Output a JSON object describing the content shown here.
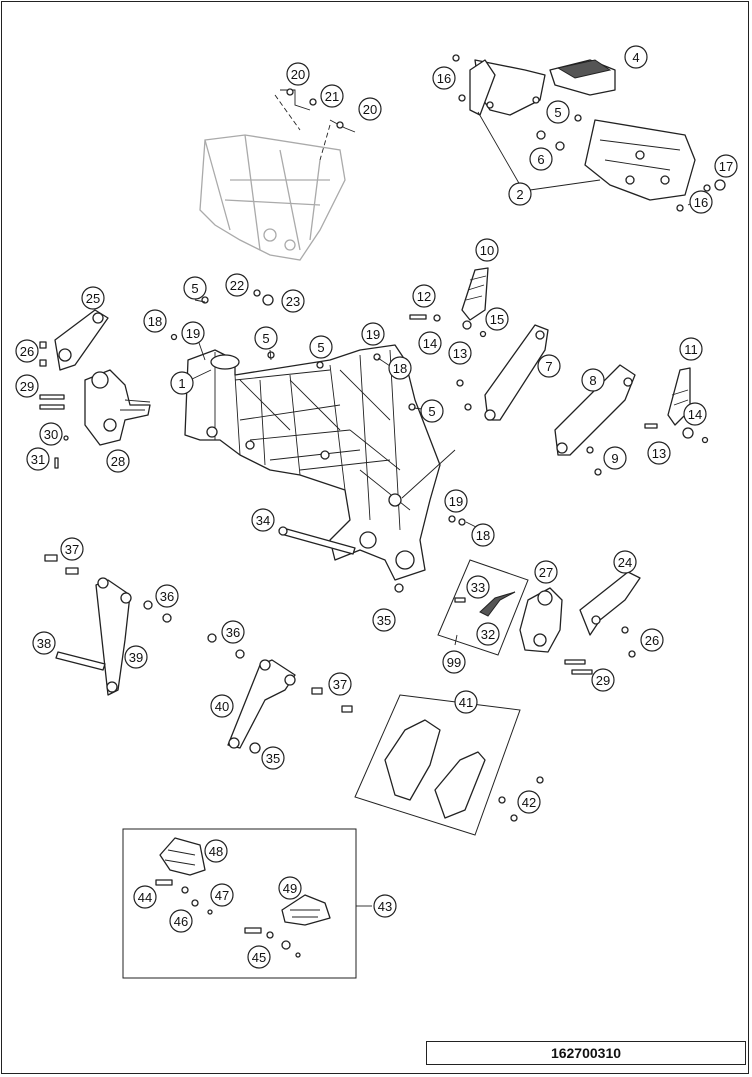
{
  "drawing_number": "162700310",
  "callouts": [
    {
      "id": "c20a",
      "label": "20"
    },
    {
      "id": "c21",
      "label": "21"
    },
    {
      "id": "c20b",
      "label": "20"
    },
    {
      "id": "c4",
      "label": "4"
    },
    {
      "id": "c16a",
      "label": "16"
    },
    {
      "id": "c5a",
      "label": "5"
    },
    {
      "id": "c6",
      "label": "6"
    },
    {
      "id": "c17",
      "label": "17"
    },
    {
      "id": "c16b",
      "label": "16"
    },
    {
      "id": "c2",
      "label": "2"
    },
    {
      "id": "c10",
      "label": "10"
    },
    {
      "id": "c25",
      "label": "25"
    },
    {
      "id": "c5b",
      "label": "5"
    },
    {
      "id": "c22",
      "label": "22"
    },
    {
      "id": "c23",
      "label": "23"
    },
    {
      "id": "c12",
      "label": "12"
    },
    {
      "id": "c15",
      "label": "15"
    },
    {
      "id": "c18a",
      "label": "18"
    },
    {
      "id": "c19a",
      "label": "19"
    },
    {
      "id": "c5c",
      "label": "5"
    },
    {
      "id": "c5d",
      "label": "5"
    },
    {
      "id": "c19b",
      "label": "19"
    },
    {
      "id": "c14a",
      "label": "14"
    },
    {
      "id": "c13a",
      "label": "13"
    },
    {
      "id": "c26a",
      "label": "26"
    },
    {
      "id": "c18b",
      "label": "18"
    },
    {
      "id": "c7",
      "label": "7"
    },
    {
      "id": "c11",
      "label": "11"
    },
    {
      "id": "c1",
      "label": "1"
    },
    {
      "id": "c8",
      "label": "8"
    },
    {
      "id": "c29a",
      "label": "29"
    },
    {
      "id": "c5e",
      "label": "5"
    },
    {
      "id": "c14b",
      "label": "14"
    },
    {
      "id": "c30",
      "label": "30"
    },
    {
      "id": "c31",
      "label": "31"
    },
    {
      "id": "c28",
      "label": "28"
    },
    {
      "id": "c9",
      "label": "9"
    },
    {
      "id": "c13b",
      "label": "13"
    },
    {
      "id": "c19c",
      "label": "19"
    },
    {
      "id": "c34",
      "label": "34"
    },
    {
      "id": "c18c",
      "label": "18"
    },
    {
      "id": "c37a",
      "label": "37"
    },
    {
      "id": "c24",
      "label": "24"
    },
    {
      "id": "c27",
      "label": "27"
    },
    {
      "id": "c33",
      "label": "33"
    },
    {
      "id": "c35a",
      "label": "35"
    },
    {
      "id": "c36a",
      "label": "36"
    },
    {
      "id": "c32",
      "label": "32"
    },
    {
      "id": "c26b",
      "label": "26"
    },
    {
      "id": "c38",
      "label": "38"
    },
    {
      "id": "c36b",
      "label": "36"
    },
    {
      "id": "c39",
      "label": "39"
    },
    {
      "id": "c99",
      "label": "99"
    },
    {
      "id": "c29b",
      "label": "29"
    },
    {
      "id": "c37b",
      "label": "37"
    },
    {
      "id": "c41",
      "label": "41"
    },
    {
      "id": "c40",
      "label": "40"
    },
    {
      "id": "c35b",
      "label": "35"
    },
    {
      "id": "c42",
      "label": "42"
    },
    {
      "id": "c48",
      "label": "48"
    },
    {
      "id": "c49",
      "label": "49"
    },
    {
      "id": "c44",
      "label": "44"
    },
    {
      "id": "c47",
      "label": "47"
    },
    {
      "id": "c43",
      "label": "43"
    },
    {
      "id": "c46",
      "label": "46"
    },
    {
      "id": "c45",
      "label": "45"
    }
  ]
}
